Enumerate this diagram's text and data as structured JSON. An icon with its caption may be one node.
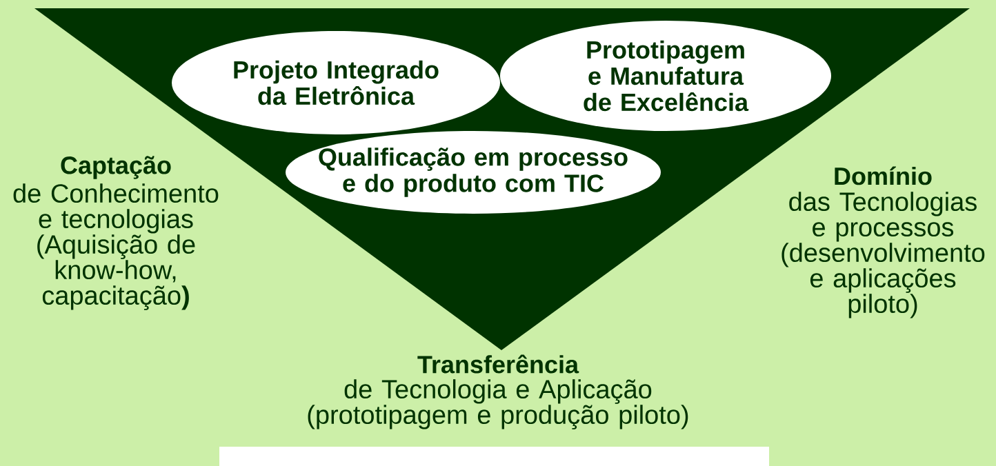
{
  "diagram": {
    "nodes": [
      {
        "text": [],
        "shape": "triangle"
      },
      {
        "text": [
          "Projeto Integrado da Eletrônica"
        ],
        "in": 0
      },
      {
        "text": [
          "Prototipagem e Manufatura de Excelência"
        ],
        "in": 0
      },
      {
        "text": [
          "Qualificação em processo e do produto com TIC"
        ],
        "in": 0
      }
    ],
    "labels": [
      "Captação",
      "de Conhecimento e tecnologias (Aquisição de know-how, capacitação**)**",
      "Domínio",
      "das Tecnologias e processos (desenvolvimento e aplicações piloto)",
      "Transferência",
      "de Tecnologia e Aplicação (prototipagem e produção piloto)"
    ]
  }
}
